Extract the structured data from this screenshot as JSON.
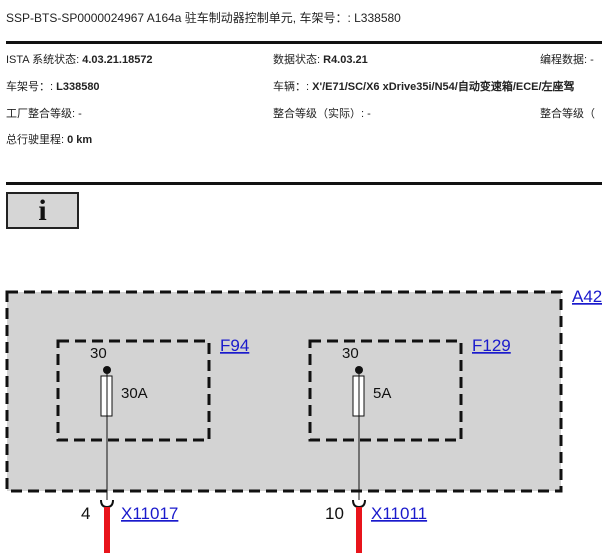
{
  "header": {
    "title": "SSP-BTS-SP0000024967 A164a 驻车制动器控制单元, 车架号：: L338580"
  },
  "info": {
    "ista_label": "ISTA 系统状态: ",
    "ista_value": "4.03.21.18572",
    "data_label": "数据状态: ",
    "data_value": "R4.03.21",
    "prog_label": "编程数据: -",
    "vin_label": "车架号：: ",
    "vin_value": "L338580",
    "vehicle_label": "车辆：: ",
    "vehicle_value": "X'/E71/SC/X6 xDrive35i/N54/自动变速箱/ECE/左座驾",
    "factory_level": "工厂整合等级: -",
    "actual_level": "整合等级（实际）: -",
    "target_level": "整合等级（",
    "mileage_label": "总行驶里程: ",
    "mileage_value": "0 km"
  },
  "info_button": {
    "label": "i"
  },
  "diagram": {
    "module_link": "A42",
    "fuses": [
      {
        "link": "F94",
        "pin": "30",
        "rating": "30A",
        "connector_pin": "4",
        "connector_link": "X11017"
      },
      {
        "link": "F129",
        "pin": "30",
        "rating": "5A",
        "connector_pin": "10",
        "connector_link": "X11011"
      }
    ],
    "colors": {
      "module_fill": "#d3d3d3",
      "wire": "#e8141b",
      "link": "#1a1acc"
    }
  }
}
